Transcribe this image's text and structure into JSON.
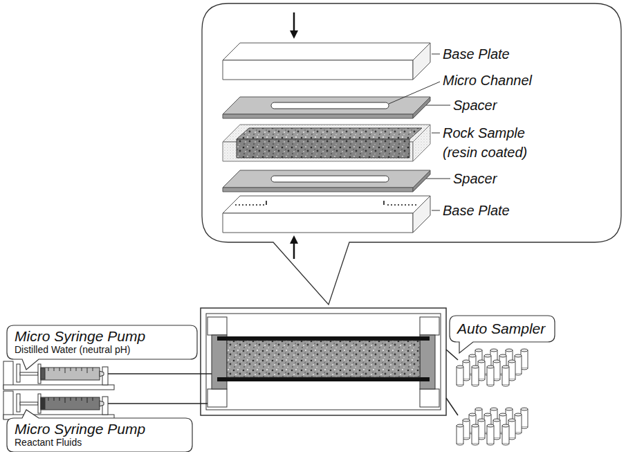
{
  "diagram": {
    "nodes": [
      {
        "text": [
          "Micro Syringe Pump",
          "Distilled Water (neutral pH)"
        ]
      },
      {
        "text": [
          "Auto Sampler"
        ]
      },
      {
        "text": [
          "Micro Syringe Pump",
          "Reactant Fluids"
        ]
      }
    ],
    "labels": [
      "Base Plate",
      "Micro Channel",
      "Spacer",
      "Rock Sample (resin coated)",
      "Spacer",
      "Base Plate"
    ]
  }
}
